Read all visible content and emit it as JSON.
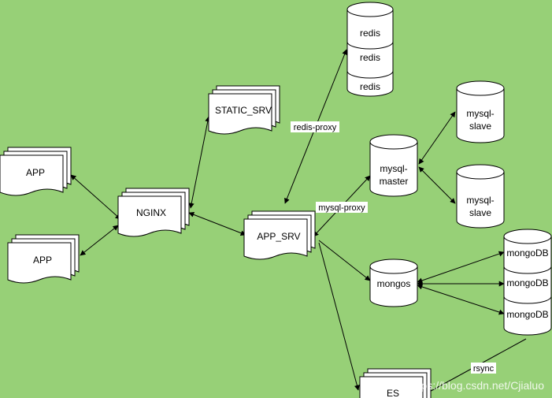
{
  "nodes": {
    "app_top": "APP",
    "app_bottom": "APP",
    "nginx": "NGINX",
    "static_srv": "STATIC_SRV",
    "app_srv": "APP_SRV",
    "redis_1": "redis",
    "redis_2": "redis",
    "redis_3": "redis",
    "mysql_master_line1": "mysql-",
    "mysql_master_line2": "master",
    "mysql_slave_top_line1": "mysql-",
    "mysql_slave_top_line2": "slave",
    "mysql_slave_bottom_line1": "mysql-",
    "mysql_slave_bottom_line2": "slave",
    "mongos": "mongos",
    "mongodb_1": "mongoDB",
    "mongodb_2": "mongoDB",
    "mongodb_3": "mongoDB",
    "es": "ES"
  },
  "edge_labels": {
    "redis_proxy": "redis-proxy",
    "mysql_proxy": "mysql-proxy",
    "rsync": "rsync"
  },
  "watermark": "https://blog.csdn.net/Cjialuo",
  "colors": {
    "background": "#97d077",
    "node_fill": "#ffffff",
    "stroke": "#000000"
  }
}
